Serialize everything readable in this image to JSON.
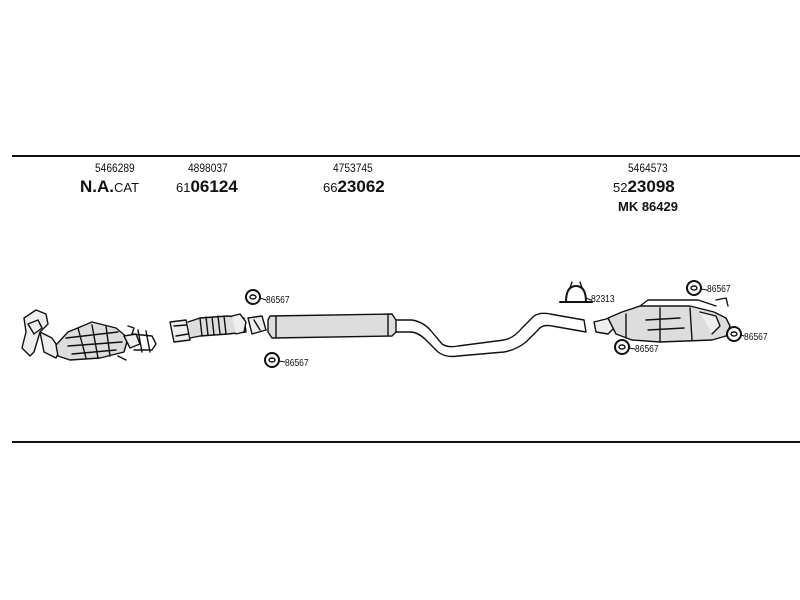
{
  "parts": [
    {
      "oe": "5466289",
      "code_prefix": "N.A.",
      "code_main": "",
      "code_suffix": "CAT"
    },
    {
      "oe": "4898037",
      "code_prefix": "61",
      "code_main": "06124"
    },
    {
      "oe": "4753745",
      "code_prefix": "66",
      "code_main": "23062"
    },
    {
      "oe": "5464573",
      "code_prefix": "52",
      "code_main": "23098",
      "kit": "MK  86429"
    }
  ],
  "mounts": {
    "front_upper": "86567",
    "front_lower": "86567",
    "clamp": "82313",
    "rear_upper": "86567",
    "rear_right": "86567",
    "rear_lower": "86567"
  }
}
